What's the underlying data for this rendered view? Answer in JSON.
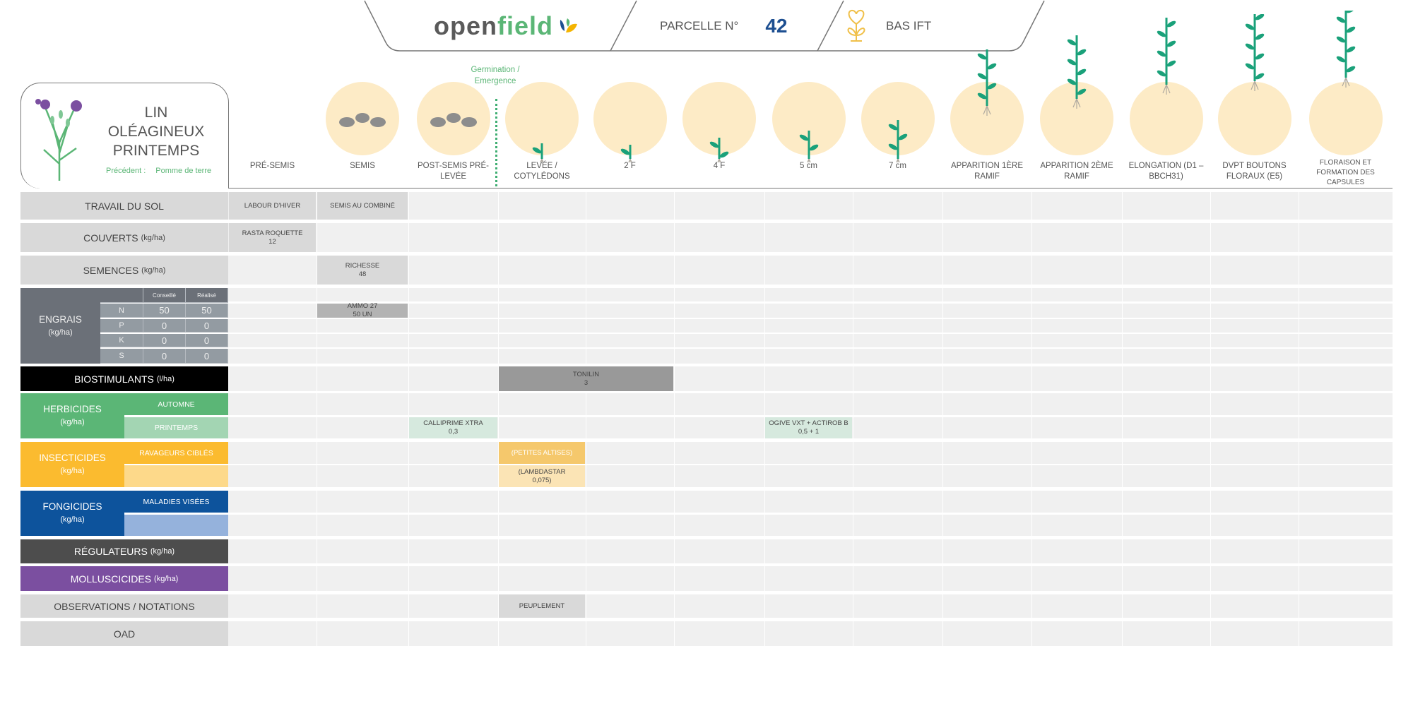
{
  "header": {
    "brand": "openfield",
    "brand_a": "open",
    "brand_b": "field",
    "parcel_label": "PARCELLE N°",
    "parcel_number": "42",
    "program": "BAS IFT"
  },
  "crop": {
    "name": "LIN OLÉAGINEUX PRINTEMPS",
    "previous_label": "Précédent :",
    "previous_value": "Pomme de terre"
  },
  "germination_label": "Germination / Emergence",
  "stages": [
    {
      "label": "PRÉ-SEMIS",
      "icon": "none"
    },
    {
      "label": "SEMIS",
      "icon": "seeds"
    },
    {
      "label": "POST-SEMIS PRÉ-LEVÉE",
      "icon": "seeds"
    },
    {
      "label": "LEVÉE / COTYLÉDONS",
      "icon": "plant"
    },
    {
      "label": "2 F",
      "icon": "plant"
    },
    {
      "label": "4 F",
      "icon": "plant"
    },
    {
      "label": "5 cm",
      "icon": "plant"
    },
    {
      "label": "7 cm",
      "icon": "plant"
    },
    {
      "label": "APPARITION 1ÈRE RAMIF",
      "icon": "plant"
    },
    {
      "label": "APPARITION 2ÈME RAMIF",
      "icon": "plant"
    },
    {
      "label": "ELONGATION (D1 – BBCH31)",
      "icon": "plant"
    },
    {
      "label": "DVPT BOUTONS FLORAUX (E5)",
      "icon": "plant"
    },
    {
      "label": "FLORAISON ET FORMATION DES CAPSULES",
      "icon": "flower"
    }
  ],
  "rows": {
    "travail": {
      "label": "TRAVAIL DU SOL",
      "unit": ""
    },
    "couverts": {
      "label": "COUVERTS",
      "unit": "(kg/ha)"
    },
    "semences": {
      "label": "SEMENCES",
      "unit": "(kg/ha)"
    },
    "engrais": {
      "label": "ENGRAIS",
      "unit": "(kg/ha)"
    },
    "biostim": {
      "label": "BIOSTIMULANTS",
      "unit": "(l/ha)"
    },
    "herbicides": {
      "label": "HERBICIDES",
      "unit": "(kg/ha)",
      "sub": [
        "AUTOMNE",
        "PRINTEMPS"
      ]
    },
    "insecticides": {
      "label": "INSECTICIDES",
      "unit": "(kg/ha)",
      "sub": [
        "RAVAGEURS CIBLÉS",
        ""
      ]
    },
    "fongicides": {
      "label": "FONGICIDES",
      "unit": "(kg/ha)",
      "sub": [
        "MALADIES VISÉES",
        ""
      ]
    },
    "regulateurs": {
      "label": "RÉGULATEURS",
      "unit": "(kg/ha)"
    },
    "molluscicides": {
      "label": "MOLLUSCICIDES",
      "unit": "(kg/ha)"
    },
    "observations": {
      "label": "OBSERVATIONS / NOTATIONS",
      "unit": ""
    },
    "oad": {
      "label": "OAD",
      "unit": ""
    }
  },
  "engrais_table": {
    "headers": [
      "Conseillé",
      "Réalisé"
    ],
    "rows": [
      {
        "nutrient": "N",
        "conseille": "50",
        "realise": "50"
      },
      {
        "nutrient": "P",
        "conseille": "0",
        "realise": "0"
      },
      {
        "nutrient": "K",
        "conseille": "0",
        "realise": "0"
      },
      {
        "nutrient": "S",
        "conseille": "0",
        "realise": "0"
      }
    ]
  },
  "cells": [
    {
      "row": "travail",
      "stage": 0,
      "span": 1,
      "lines": [
        "LABOUR D'HIVER"
      ],
      "color": "#d9d9d9"
    },
    {
      "row": "travail",
      "stage": 1,
      "span": 1,
      "lines": [
        "SEMIS AU COMBINÉ"
      ],
      "color": "#d9d9d9"
    },
    {
      "row": "couverts",
      "stage": 0,
      "span": 1,
      "lines": [
        "RASTA ROQUETTE",
        "12"
      ],
      "color": "#d9d9d9"
    },
    {
      "row": "semences",
      "stage": 1,
      "span": 1,
      "lines": [
        "RICHESSE",
        "48"
      ],
      "color": "#d9d9d9"
    },
    {
      "row": "engrais_n",
      "stage": 1,
      "span": 1,
      "lines": [
        "AMMO 27",
        "50 UN"
      ],
      "color": "#b3b3b3"
    },
    {
      "row": "biostim",
      "stage": 3,
      "span": 2,
      "lines": [
        "TONILIN",
        "3"
      ],
      "color": "#999999"
    },
    {
      "row": "herb_printemps",
      "stage": 2,
      "span": 1,
      "lines": [
        "CALLIPRIME XTRA",
        "0,3"
      ],
      "color": "#d6e9de"
    },
    {
      "row": "herb_printemps",
      "stage": 6,
      "span": 1,
      "lines": [
        "OGIVE VXT + ACTIROB B",
        "0,5 + 1"
      ],
      "color": "#d6e9de"
    },
    {
      "row": "insect_top",
      "stage": 3,
      "span": 1,
      "lines": [
        "(PETITES ALTISES)"
      ],
      "color": "#f5c86c",
      "text": "#ffffff"
    },
    {
      "row": "insect_bottom",
      "stage": 3,
      "span": 1,
      "lines": [
        "(LAMBDASTAR",
        "0,075)"
      ],
      "color": "#fbe4b5"
    },
    {
      "row": "observations",
      "stage": 3,
      "span": 1,
      "lines": [
        "PEUPLEMENT"
      ],
      "color": "#d9d9d9"
    }
  ],
  "colors": {
    "green": "#5bb676",
    "herb_light": "#a3d5b3",
    "yellow": "#fbbb2f",
    "yellow_light": "#fdd98a",
    "blue": "#0d539c",
    "blue_light": "#95b2dc",
    "purple": "#7b4fa0",
    "dark": "#4d4d4d",
    "engrais": "#6b7078",
    "engrais_cells": "#939ba2",
    "parcel_blue": "#1d4f91"
  }
}
